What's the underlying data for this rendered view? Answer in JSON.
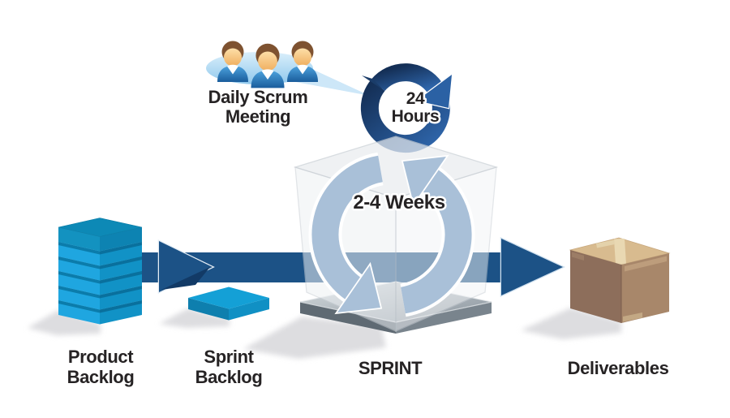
{
  "labels": {
    "daily_scrum_meeting": {
      "line1": "Daily Scrum",
      "line2": "Meeting"
    },
    "daily_cycle": {
      "line1": "24",
      "line2": "Hours"
    },
    "sprint_cycle": {
      "duration": "2-4 Weeks"
    },
    "product_backlog": {
      "line1": "Product",
      "line2": "Backlog"
    },
    "sprint_backlog": {
      "line1": "Sprint",
      "line2": "Backlog"
    },
    "sprint_platform": {
      "label": "SPRINT"
    },
    "deliverables": {
      "label": "Deliverables"
    }
  },
  "colors": {
    "background": "#ffffff",
    "flow_arrow_blue": "#1c5286",
    "flow_arrow_shadow": "#123a66",
    "daily_loop_navy": "#1d4a80",
    "cycle_arrow_blue": "#a9c0d8",
    "backlog_cyan": "#1fa6e0",
    "backlog_side": "#1192c6",
    "backlog_top": "#0d89b6",
    "sprint_slab_top": "#14a0d6",
    "platform_gray_left": "#5f6a73",
    "platform_gray_right": "#79848d",
    "box_top_tan": "#d8bb8f",
    "box_brown_left": "#8d6e5b",
    "box_brown_right": "#a8876a",
    "bubble_light_blue": "#b3d9f3",
    "label_text": "#262324"
  }
}
